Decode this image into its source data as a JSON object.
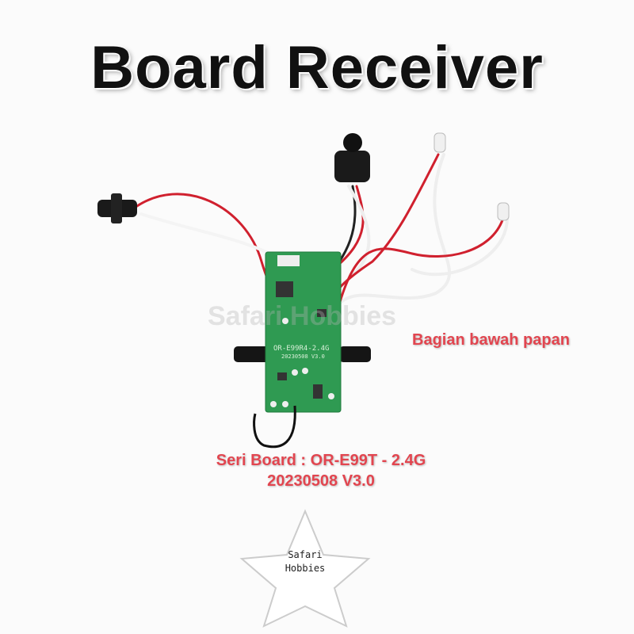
{
  "title": "Board Receiver",
  "watermark": "Safari Hobbies",
  "caption_underside": "Bagian bawah papan",
  "caption_series_line1": "Seri Board : OR-E99T - 2.4G",
  "caption_series_line2": "20230508 V3.0",
  "pcb_print_line1": "OR-E99R4-2.4G",
  "pcb_print_line2": "20230508 V3.0",
  "logo_line1": "Safari",
  "logo_line2": "Hobbies",
  "colors": {
    "title": "#111111",
    "caption": "#e2454f",
    "pcb": "#2f9a52"
  }
}
